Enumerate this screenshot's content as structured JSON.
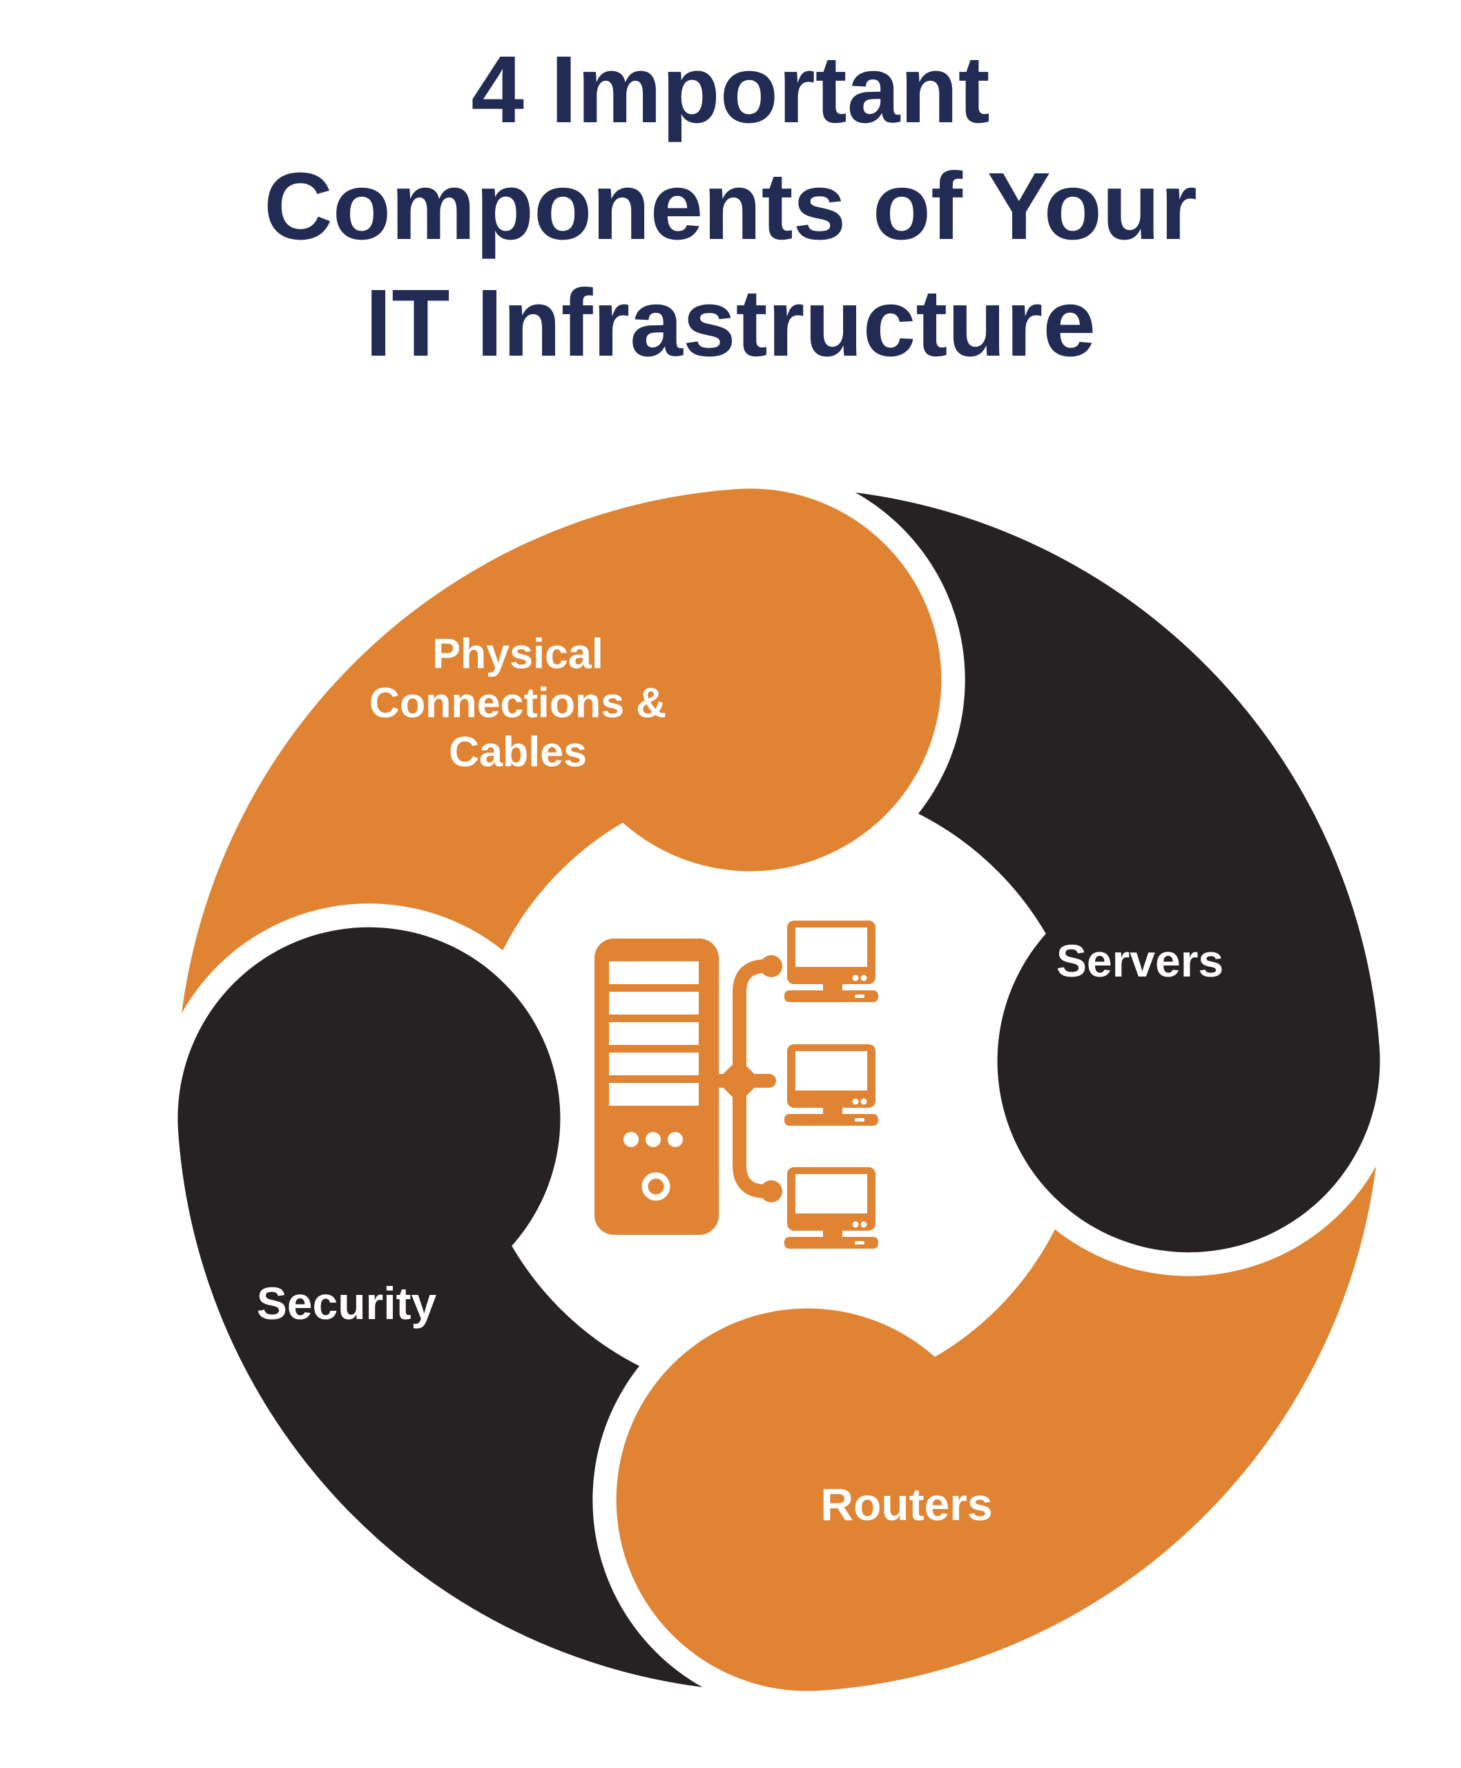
{
  "title": {
    "lines": [
      "4 Important",
      "Components of Your",
      "IT Infrastructure"
    ],
    "color": "#222B54"
  },
  "diagram": {
    "type": "cycle-pinwheel",
    "background": "#FFFFFF",
    "label_color": "#FFFFFF",
    "segments": [
      {
        "id": "physical",
        "label": "Physical Connections & Cables",
        "label_lines": [
          "Physical",
          "Connections &",
          "Cables"
        ],
        "color": "#E08434"
      },
      {
        "id": "servers",
        "label": "Servers",
        "label_lines": [
          "Servers"
        ],
        "color": "#262122"
      },
      {
        "id": "routers",
        "label": "Routers",
        "label_lines": [
          "Routers"
        ],
        "color": "#E08434"
      },
      {
        "id": "security",
        "label": "Security",
        "label_lines": [
          "Security"
        ],
        "color": "#262122"
      }
    ],
    "center_icon": {
      "name": "server-network-icon",
      "color": "#E08434"
    }
  }
}
